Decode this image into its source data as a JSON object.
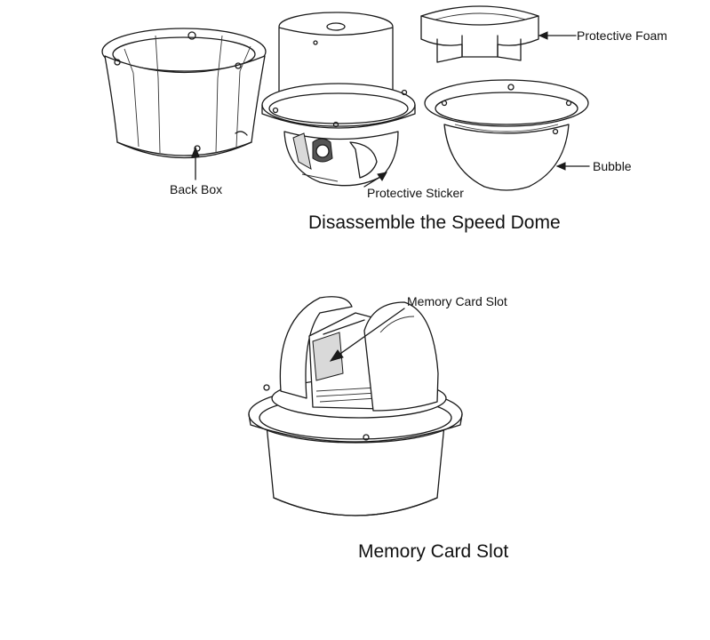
{
  "labels": {
    "protective_foam": "Protective Foam",
    "bubble": "Bubble",
    "back_box": "Back Box",
    "protective_sticker": "Protective Sticker",
    "memory_card_slot_callout": "Memory Card Slot"
  },
  "captions": {
    "disassemble": "Disassemble the Speed Dome",
    "memory_card_slot": "Memory Card Slot"
  }
}
